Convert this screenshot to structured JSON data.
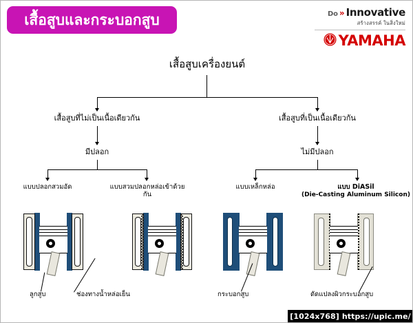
{
  "title_banner": {
    "text": "เสื้อสูบและกระบอกสูบ",
    "background_color": "#c814b4",
    "text_color": "#ffffff"
  },
  "logo": {
    "do_label": "Do",
    "chevron": "»",
    "innovative_label": "Innovative",
    "thai_tagline": "สร้างสรรค์ ในสิ่งใหม่",
    "yamaha_label": "YAMAHA",
    "yamaha_color": "#d40000"
  },
  "tree": {
    "root": "เสื้อสูบเครื่องยนต์",
    "level2": [
      {
        "label": "เสื้อสูบที่ไม่เป็นเนื้อเดียวกัน"
      },
      {
        "label": "เสื้อสูบที่เป็นเนื้อเดียวกัน"
      }
    ],
    "level3": [
      {
        "label": "มีปลอก"
      },
      {
        "label": "ไม่มีปลอก"
      }
    ],
    "leaves": [
      {
        "label": "แบบปลอกสวมอัด",
        "sub": ""
      },
      {
        "label": "แบบสวมปลอกหล่อเข้าด้วยกัน",
        "sub": ""
      },
      {
        "label": "แบบเหล็กหล่อ",
        "sub": ""
      },
      {
        "label": "แบบ DiASil",
        "sub": "(Die-Casting Aluminum Silicon)"
      }
    ]
  },
  "diagrams": [
    {
      "name": "press-fit-sleeve-cylinder",
      "wall_color": "#1f4e79",
      "sleeve_color": "#eceadf",
      "inner_edge": "plain"
    },
    {
      "name": "cast-in-sleeve-cylinder",
      "wall_color": "#1f4e79",
      "sleeve_color": "#eceadf",
      "inner_edge": "serrated"
    },
    {
      "name": "cast-iron-cylinder",
      "wall_color": "#1f4e79",
      "sleeve_color": "#1f4e79",
      "inner_edge": "plain"
    },
    {
      "name": "diasil-cylinder",
      "wall_color": "#e3e1d6",
      "sleeve_color": "#e3e1d6",
      "inner_edge": "dotted"
    }
  ],
  "captions": [
    {
      "label": "ลูกสูบ"
    },
    {
      "label": "ช่องทางน้ำหล่อเย็น"
    },
    {
      "label": "กระบอกสูบ"
    },
    {
      "label": "ดัดแปลงผิวกระบอกสูบ"
    }
  ],
  "footer": {
    "text": "[1024x768] https://upic.me/"
  }
}
